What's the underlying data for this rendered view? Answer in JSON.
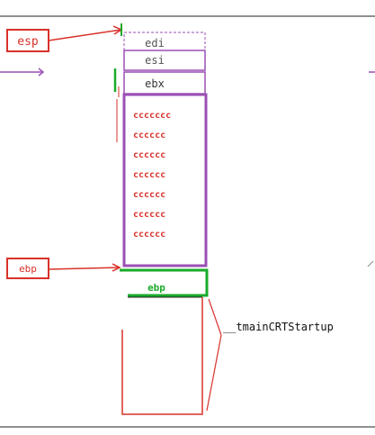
{
  "labels": {
    "esp": "esp",
    "ebp_pointer": "ebp",
    "edi": "edi",
    "esi": "esi",
    "ebx": "ebx",
    "ebp_slot": "ebp",
    "caller": "__tmainCRTStartup"
  },
  "fill_rows": [
    "ccccccc",
    "cccccc",
    "cccccc",
    "cccccc",
    "cccccc",
    "cccccc",
    "cccccc"
  ],
  "colors": {
    "red": "#d8322a",
    "purple": "#9b4fb4",
    "green": "#1aaa2a",
    "gray_text": "#555555",
    "black": "#111111"
  }
}
